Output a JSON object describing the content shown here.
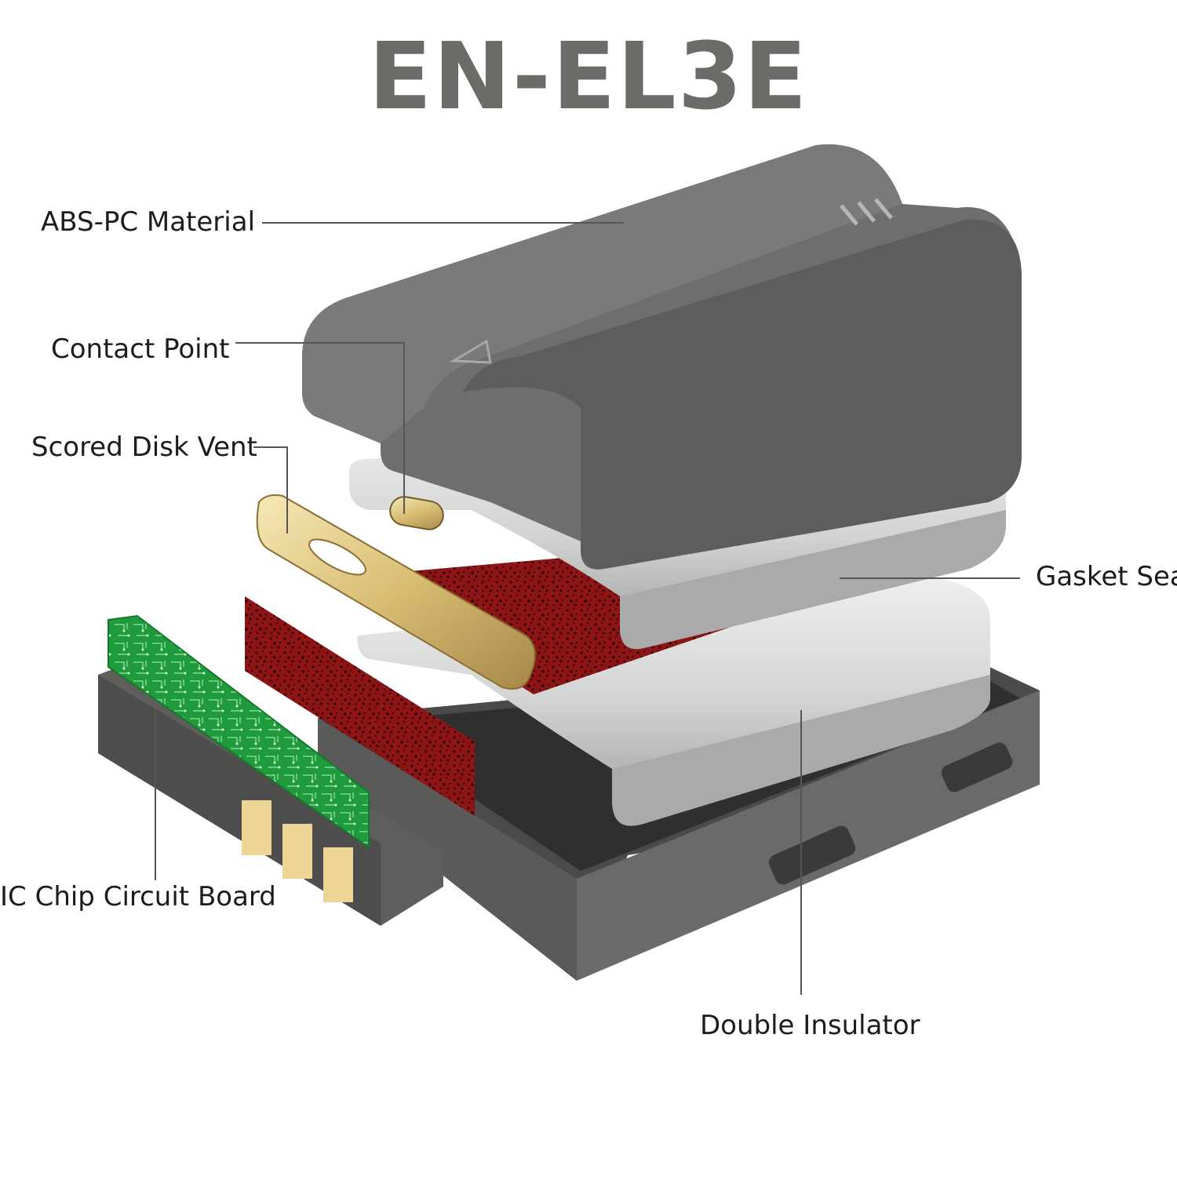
{
  "title": "EN-EL3E",
  "labels": {
    "abs_pc": "ABS-PC Material",
    "contact": "Contact Point",
    "vent": "Scored Disk Vent",
    "gasket": "Gasket Seal",
    "ic": "IC Chip Circuit Board",
    "insulator": "Double Insulator"
  },
  "colors": {
    "title": "#6b6b68",
    "shell": "#6e6e6c",
    "silver": "#c9cbca",
    "gasket": "#8e1416",
    "pcb": "#1f9a3c",
    "gold": "#e6cf8a"
  }
}
